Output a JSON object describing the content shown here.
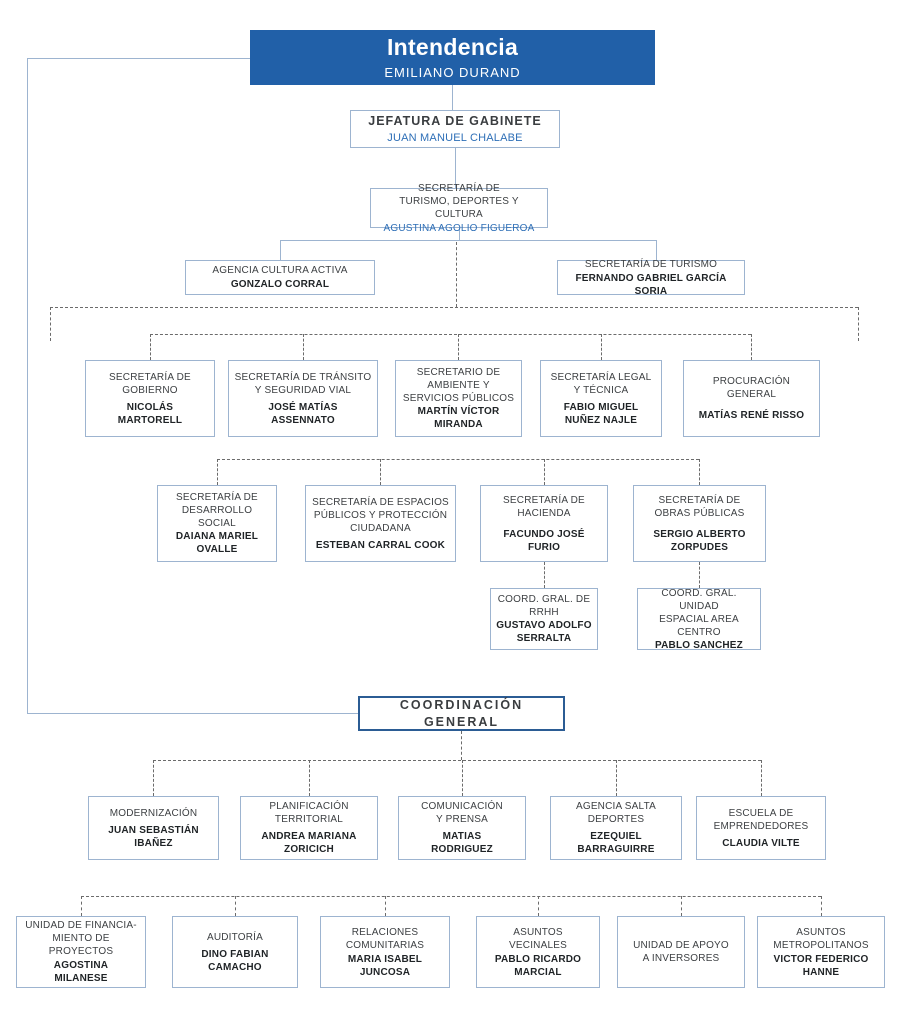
{
  "colors": {
    "root_banner": "#2160a8",
    "box_border": "#9db4d0",
    "accent_name_blue": "#2e6fb7",
    "dashed_line": "#6b6b6b",
    "title_text": "#3d4043",
    "name_text": "#1f2326"
  },
  "root": {
    "title": "Intendencia",
    "name": "EMILIANO DURAND"
  },
  "nodes": {
    "jefatura": {
      "title": "JEFATURA DE GABINETE",
      "name": "JUAN MANUEL CHALABE"
    },
    "turismo_cultura": {
      "title": "SECRETARÍA DE\nTURISMO, DEPORTES Y CULTURA",
      "name": "AGUSTINA AGOLIO FIGUEROA"
    },
    "agencia_cultura": {
      "title": "AGENCIA CULTURA ACTIVA",
      "name": "GONZALO CORRAL"
    },
    "sec_turismo": {
      "title": "SECRETARÍA DE TURISMO",
      "name": "FERNANDO GABRIEL GARCÍA SORIA"
    },
    "gobierno": {
      "title": "SECRETARÍA DE\nGOBIERNO",
      "name": "NICOLÁS\nMARTORELL"
    },
    "transito": {
      "title": "SECRETARÍA DE TRÁNSITO\nY SEGURIDAD VIAL",
      "name": "JOSÉ MATÍAS\nASSENNATO"
    },
    "ambiente": {
      "title": "SECRETARIO DE\nAMBIENTE Y\nSERVICIOS PÚBLICOS",
      "name": "MARTÍN VÍCTOR\nMIRANDA"
    },
    "legal": {
      "title": "SECRETARÍA LEGAL\nY TÉCNICA",
      "name": "FABIO MIGUEL\nNUÑEZ NAJLE"
    },
    "procuracion": {
      "title": "PROCURACIÓN\nGENERAL",
      "name": "MATÍAS RENÉ RISSO"
    },
    "desarrollo": {
      "title": "SECRETARÍA DE\nDESARROLLO\nSOCIAL",
      "name": "DAIANA MARIEL\nOVALLE"
    },
    "espacios": {
      "title": "SECRETARÍA DE ESPACIOS\nPÚBLICOS Y PROTECCIÓN\nCIUDADANA",
      "name": "ESTEBAN CARRAL COOK"
    },
    "hacienda": {
      "title": "SECRETARÍA DE\nHACIENDA",
      "name": "FACUNDO JOSÉ\nFURIO"
    },
    "obras": {
      "title": "SECRETARÍA DE\nOBRAS PÚBLICAS",
      "name": "SERGIO ALBERTO\nZORPUDES"
    },
    "rrhh": {
      "title": "COORD. GRAL. DE\nRRHH",
      "name": "GUSTAVO ADOLFO\nSERRALTA"
    },
    "unidad_espacial": {
      "title": "COORD. GRAL. UNIDAD\nESPACIAL AREA\nCENTRO",
      "name": "PABLO SANCHEZ"
    },
    "coordinacion": {
      "title": "COORDINACIÓN GENERAL",
      "name": ""
    },
    "modernizacion": {
      "title": "MODERNIZACIÓN",
      "name": "JUAN SEBASTIÁN\nIBAÑEZ"
    },
    "planificacion": {
      "title": "PLANIFICACIÓN\nTERRITORIAL",
      "name": "ANDREA MARIANA\nZORICICH"
    },
    "comunicacion": {
      "title": "COMUNICACIÓN\nY PRENSA",
      "name": "MATIAS\nRODRIGUEZ"
    },
    "agencia_salta": {
      "title": "AGENCIA SALTA\nDEPORTES",
      "name": "EZEQUIEL\nBARRAGUIRRE"
    },
    "escuela": {
      "title": "ESCUELA DE\nEMPRENDEDORES",
      "name": "CLAUDIA VILTE"
    },
    "financiamiento": {
      "title": "UNIDAD DE FINANCIA-\nMIENTO DE PROYECTOS",
      "name": "AGOSTINA\nMILANESE"
    },
    "auditoria": {
      "title": "AUDITORÍA",
      "name": "DINO FABIAN\nCAMACHO"
    },
    "relaciones": {
      "title": "RELACIONES\nCOMUNITARIAS",
      "name": "MARIA ISABEL\nJUNCOSA"
    },
    "vecinales": {
      "title": "ASUNTOS\nVECINALES",
      "name": "PABLO RICARDO\nMARCIAL"
    },
    "apoyo": {
      "title": "UNIDAD DE APOYO\nA INVERSORES",
      "name": ""
    },
    "metropolitanos": {
      "title": "ASUNTOS\nMETROPOLITANOS",
      "name": "VICTOR FEDERICO\nHANNE"
    }
  }
}
